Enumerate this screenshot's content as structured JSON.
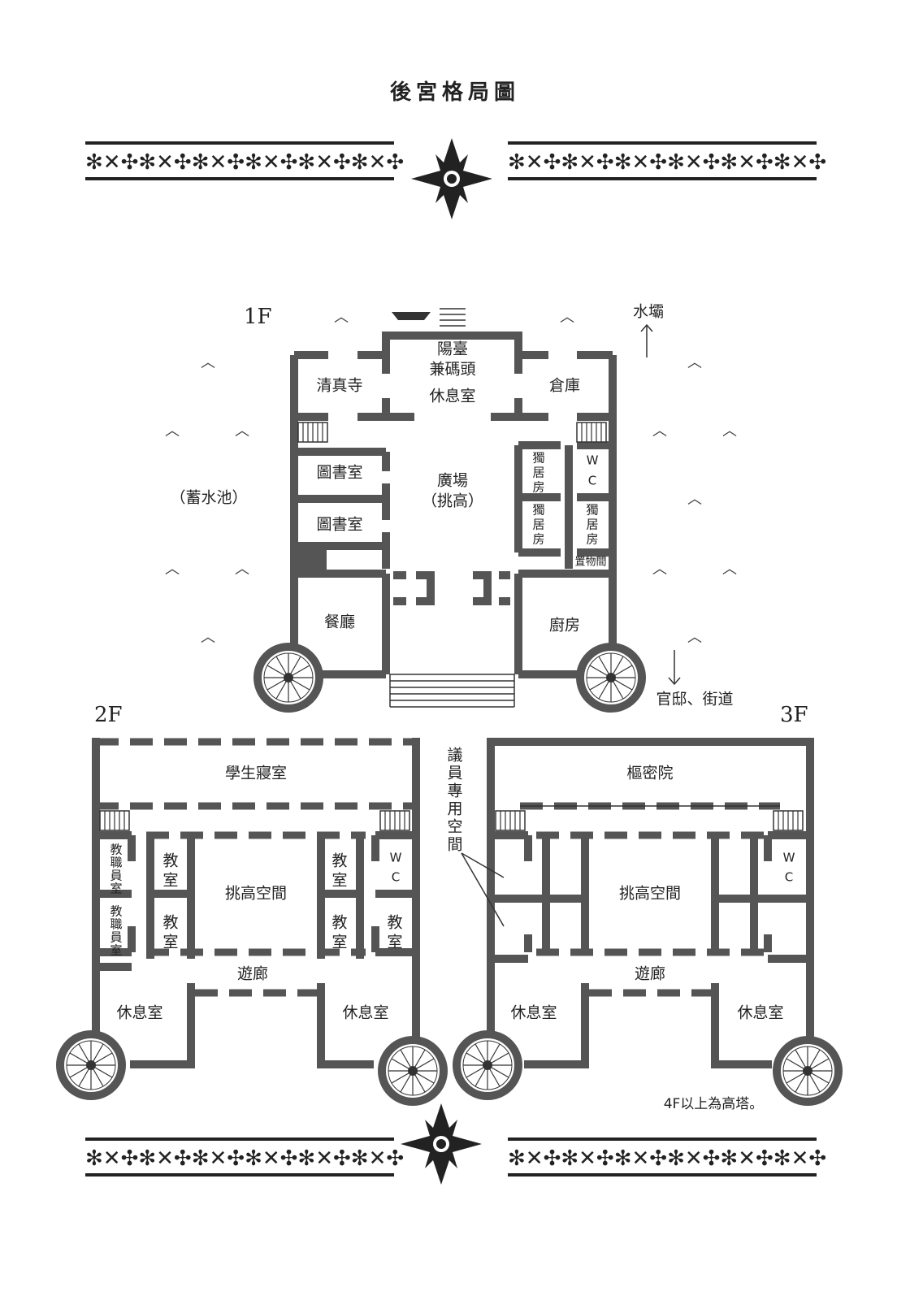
{
  "title": "後宮格局圖",
  "floors": {
    "f1": "1F",
    "f2": "2F",
    "f3": "3F"
  },
  "f1": {
    "balcony_1": "陽臺",
    "balcony_2": "兼碼頭",
    "balcony_3": "休息室",
    "mosque": "清真寺",
    "warehouse": "倉庫",
    "library_1": "圖書室",
    "library_2": "圖書室",
    "plaza_1": "廣場",
    "plaza_2": "（挑高）",
    "single_room_chars": [
      "獨",
      "居",
      "房"
    ],
    "wc": [
      "W",
      "C"
    ],
    "storage": "置物間",
    "dining": "餐廳",
    "kitchen": "廚房",
    "reservoir": "（蓄水池）",
    "moat": "水壩",
    "residence": "官邸、街道"
  },
  "f2": {
    "dorm": "學生寢室",
    "staff_chars": [
      "教",
      "職",
      "員",
      "室"
    ],
    "classroom_chars": [
      "教",
      "室"
    ],
    "atrium": "挑高空間",
    "corridor": "遊廊",
    "lounge_left": "休息室",
    "lounge_right": "休息室",
    "wc": [
      "W",
      "C"
    ]
  },
  "f3": {
    "privy_council": "樞密院",
    "members_space_chars": [
      "議",
      "員",
      "專",
      "用",
      "空",
      "間"
    ],
    "atrium": "挑高空間",
    "corridor": "遊廊",
    "lounge_left": "休息室",
    "lounge_right": "休息室",
    "wc": [
      "W",
      "C"
    ]
  },
  "note": "4F以上為高塔。"
}
